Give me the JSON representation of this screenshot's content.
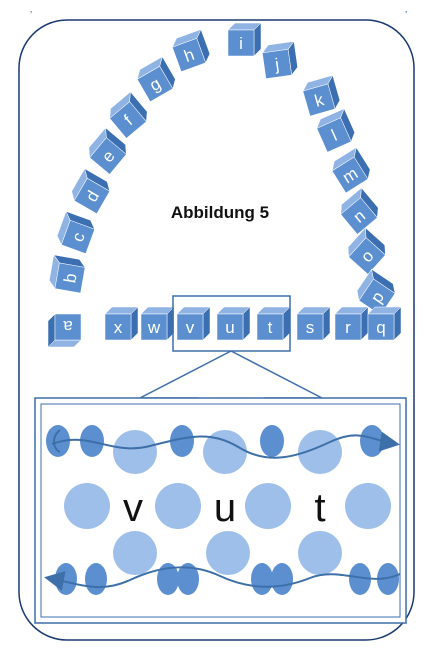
{
  "title": "Abbildung 5",
  "arch_letters": [
    "a",
    "b",
    "c",
    "d",
    "e",
    "f",
    "g",
    "h",
    "i",
    "j",
    "k",
    "l",
    "m",
    "n",
    "o",
    "p"
  ],
  "bottom_row_letters": [
    "a",
    "x",
    "w",
    "v",
    "u",
    "t",
    "s",
    "r",
    "q"
  ],
  "highlighted_letters": [
    "v",
    "u",
    "t"
  ],
  "colors": {
    "cube_front": "#5b8fd0",
    "cube_top": "#8fb4e4",
    "cube_side": "#3b6fb1",
    "border": "#1a3a72",
    "wave": "#3d6fa8",
    "circle_dark": "#5b8fd0",
    "circle_light": "#9dbfe9",
    "callout_line": "#3d6fa8"
  }
}
